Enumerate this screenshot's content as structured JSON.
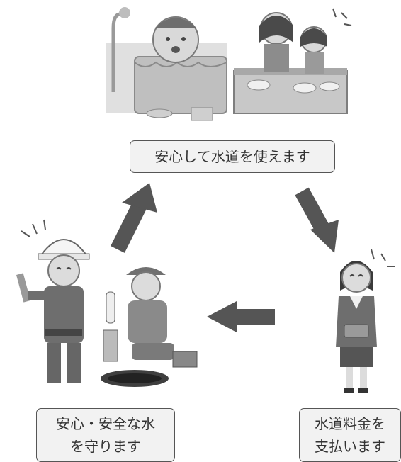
{
  "captions": {
    "top": "安心して水道を使えます",
    "left_line1": "安心・安全な水",
    "left_line2": "を守ります",
    "right_line1": "水道料金を",
    "right_line2": "支払います"
  },
  "colors": {
    "arrow": "#555555",
    "label_bg": "#f2f2f2",
    "label_border": "#555555",
    "text": "#333333"
  },
  "icons": [
    "bath-scene-illustration",
    "dishwashing-scene-illustration",
    "worker-illustration",
    "inspector-illustration",
    "customer-illustration",
    "arrow-up-right-icon",
    "arrow-down-right-icon",
    "arrow-left-icon"
  ]
}
